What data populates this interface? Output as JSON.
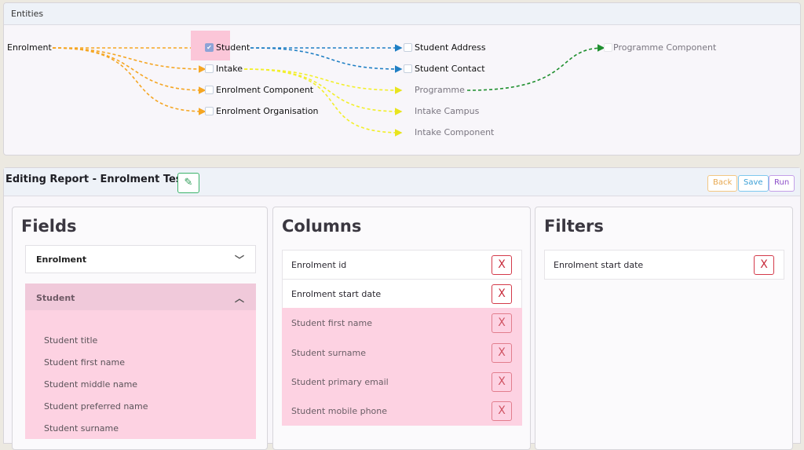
{
  "entities": {
    "header": "Entities",
    "nodes": {
      "enrolment": "Enrolment",
      "student": "Student",
      "intake": "Intake",
      "enrolment_component": "Enrolment Component",
      "enrolment_organisation": "Enrolment Organisation",
      "student_address": "Student Address",
      "student_contact": "Student Contact",
      "programme": "Programme",
      "intake_campus": "Intake Campus",
      "intake_component": "Intake Component",
      "programme_component": "Programme Component"
    },
    "edge_colors": {
      "enrolment": "#f5a623",
      "student": "#1f7fc4",
      "intake": "#f2ef2b",
      "programme": "#1f8f2f"
    }
  },
  "report": {
    "title": "Editing Report - Enrolment Test",
    "edit_icon": "pencil-icon",
    "buttons": {
      "back": "Back",
      "save": "Save",
      "run": "Run"
    }
  },
  "fields": {
    "heading": "Fields",
    "groups": [
      {
        "label": "Enrolment",
        "state": "collapsed"
      },
      {
        "label": "Student",
        "state": "expanded"
      }
    ],
    "student_items": [
      "Student title",
      "Student first name",
      "Student middle name",
      "Student preferred name",
      "Student surname"
    ]
  },
  "columns": {
    "heading": "Columns",
    "rows": [
      "Enrolment id",
      "Enrolment start date",
      "Student first name",
      "Student surname",
      "Student primary email",
      "Student mobile phone"
    ],
    "remove_label": "X"
  },
  "filters": {
    "heading": "Filters",
    "rows": [
      "Enrolment start date"
    ],
    "remove_label": "X"
  }
}
